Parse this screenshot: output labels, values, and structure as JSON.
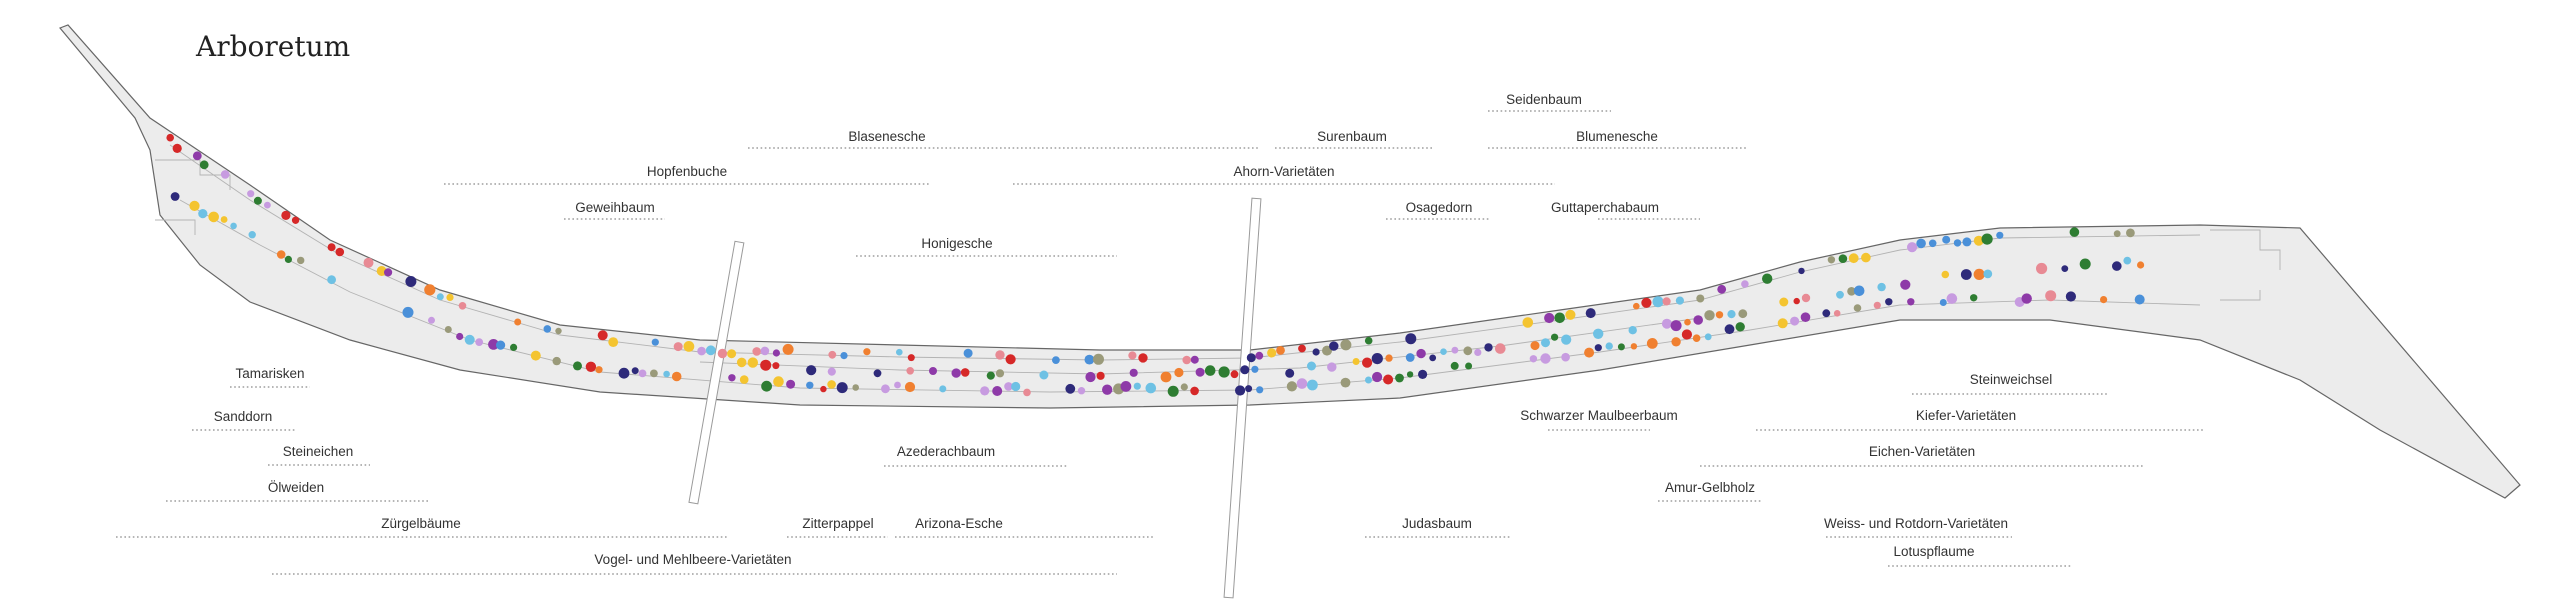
{
  "title": "Arboretum",
  "colors": {
    "park_fill": "#ececec",
    "park_outline": "#666666",
    "label_text": "#333333",
    "range_line": "#8a8a8a"
  },
  "labels": {
    "seidenbaum": "Seidenbaum",
    "blasenesche": "Blasenesche",
    "surenbaum": "Surenbaum",
    "blumenesche": "Blumenesche",
    "hopfenbuche": "Hopfenbuche",
    "ahorn": "Ahorn-Varietäten",
    "geweihbaum": "Geweihbaum",
    "osagedorn": "Osagedorn",
    "guttaperchabaum": "Guttaperchabaum",
    "honigesche": "Honigesche",
    "tamarisken": "Tamarisken",
    "sanddorn": "Sanddorn",
    "steineichen": "Steineichen",
    "oelweiden": "Ölweiden",
    "zuergelbaeume": "Zürgelbäume",
    "vogel_mehlbeere": "Vogel- und Mehlbeere-Varietäten",
    "azederachbaum": "Azederachbaum",
    "zitterpappel": "Zitterpappel",
    "arizona_esche": "Arizona-Esche",
    "judasbaum": "Judasbaum",
    "schwarzer_maulbeerbaum": "Schwarzer Maulbeerbaum",
    "steinweichsel": "Steinweichsel",
    "kiefer": "Kiefer-Varietäten",
    "eichen": "Eichen-Varietäten",
    "amur_gelbholz": "Amur-Gelbholz",
    "weiss_rotdorn": "Weiss- und Rotdorn-Varietäten",
    "lotuspflaume": "Lotuspflaume"
  },
  "tree_colors": [
    "#2e2a7a",
    "#2e7d32",
    "#8e3aa8",
    "#4a90d9",
    "#d62828",
    "#f08030",
    "#9a9a7a",
    "#f4c430",
    "#6ec1e4",
    "#e88a94",
    "#c79be0"
  ]
}
